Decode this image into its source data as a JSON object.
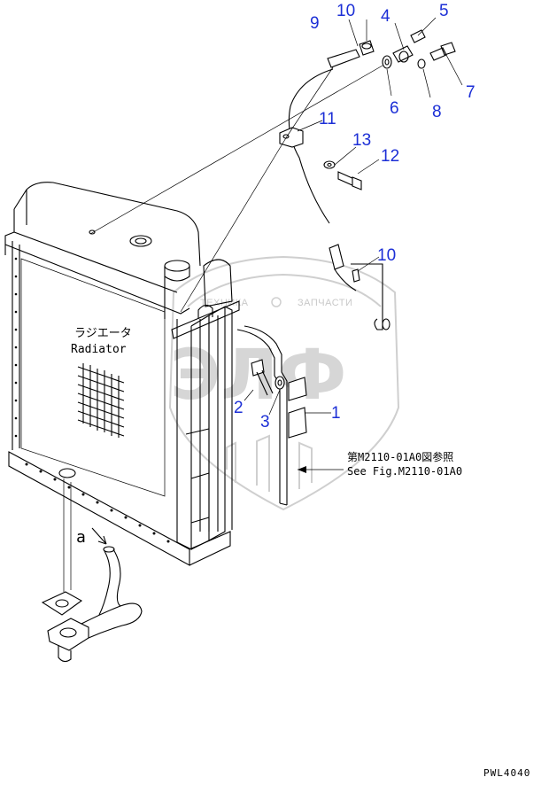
{
  "diagram": {
    "radiator_label_jp": "ラジエータ",
    "radiator_label_en": "Radiator",
    "view_label": "a",
    "reference_jp": "第M2110-01A0図参照",
    "reference_en": "See Fig.M2110-01A0",
    "drawing_code": "PWL4040",
    "callouts": [
      "1",
      "2",
      "3",
      "4",
      "5",
      "6",
      "7",
      "8",
      "9",
      "10",
      "10",
      "11",
      "12",
      "13"
    ],
    "callout_color": "#1c2fd6"
  },
  "watermark": {
    "text_left": "ТЕХНИКА",
    "text_right": "ЗАПЧАСТИ",
    "letters": "ЭЛФ"
  }
}
